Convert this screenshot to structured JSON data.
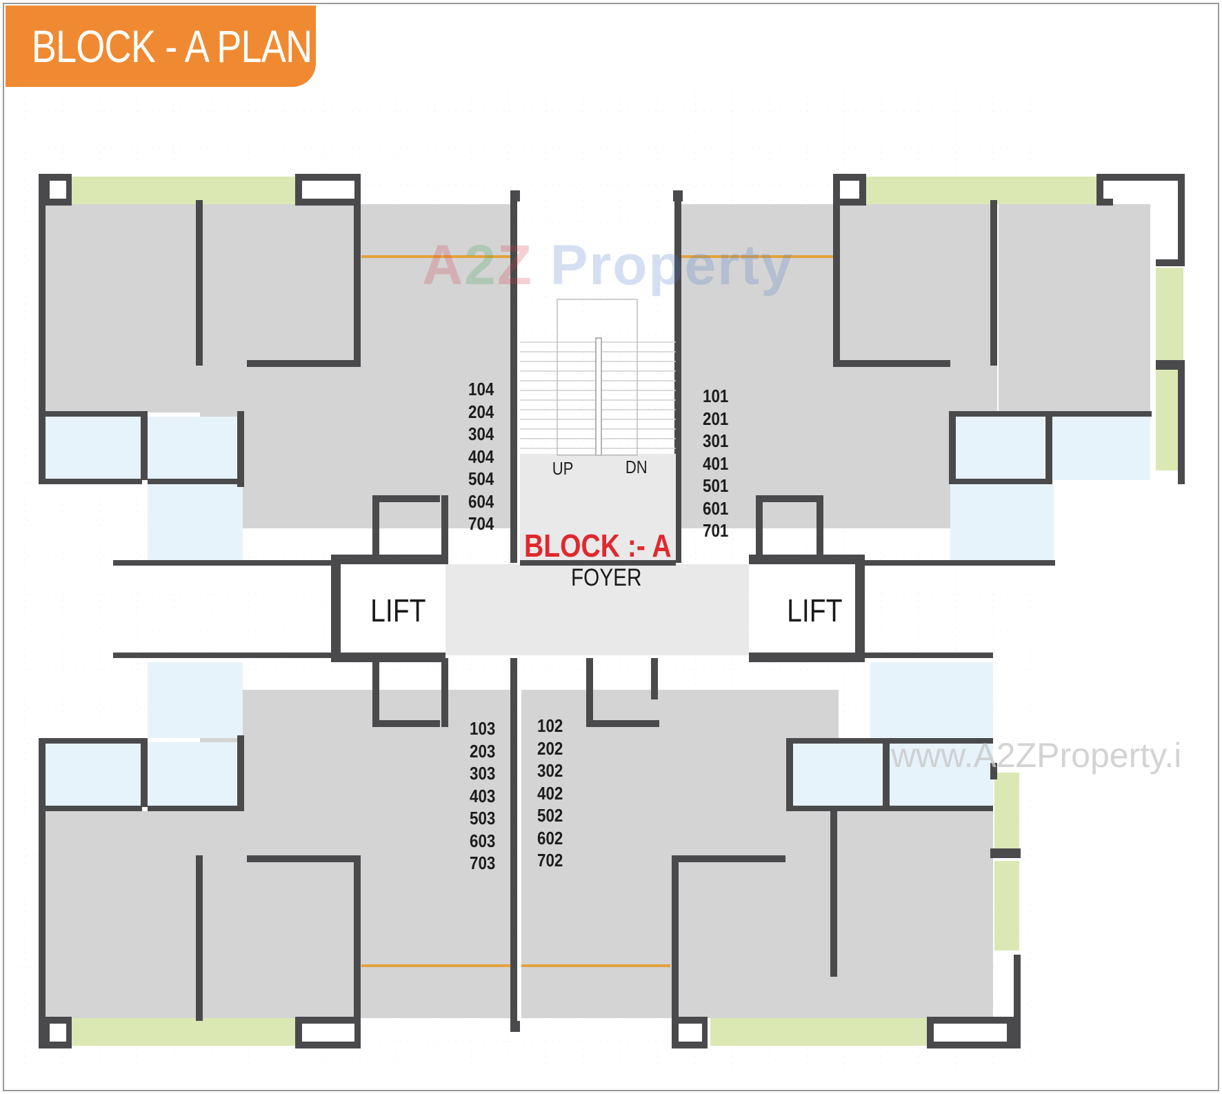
{
  "title": "BLOCK - A PLAN",
  "block": {
    "label": "BLOCK :- A",
    "foyer": "FOYER"
  },
  "stairs": {
    "up": "UP",
    "down": "DN"
  },
  "lifts": {
    "left": "LIFT",
    "right": "LIFT"
  },
  "flats": {
    "top_left": [
      "104",
      "204",
      "304",
      "404",
      "504",
      "604",
      "704"
    ],
    "top_right": [
      "101",
      "201",
      "301",
      "401",
      "501",
      "601",
      "701"
    ],
    "bottom_left": [
      "103",
      "203",
      "303",
      "403",
      "503",
      "603",
      "703"
    ],
    "bottom_right": [
      "102",
      "202",
      "302",
      "402",
      "502",
      "602",
      "702"
    ]
  },
  "watermarks": {
    "logo": "A2Z Property",
    "url": "www.A2ZProperty.i"
  },
  "colors": {
    "title_bg": "#f08a32",
    "wall": "#4a4a4c",
    "floor": "#d4d4d4",
    "balcony": "#dbe8b4",
    "bath": "#e6f3fb",
    "foyer": "#e9e9e9",
    "block_label": "#e0282e",
    "door_line": "#e3a23a"
  }
}
